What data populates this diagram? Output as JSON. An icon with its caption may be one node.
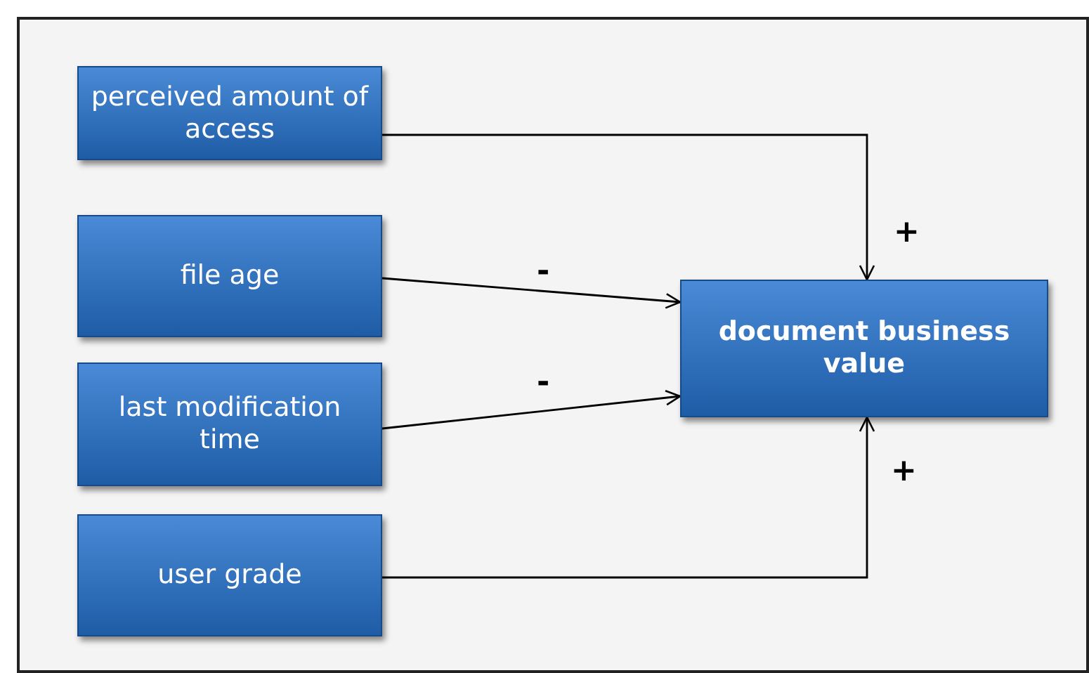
{
  "diagram": {
    "nodes": [
      {
        "text": [
          "perceived amount of access"
        ]
      },
      {
        "text": [
          "file age"
        ]
      },
      {
        "text": [
          "last modification time"
        ]
      },
      {
        "text": [
          "user grade"
        ]
      },
      {
        "text": [
          "document business value"
        ]
      }
    ],
    "edges": [
      {
        "from": 0,
        "to": 4,
        "arrow": "to",
        "label": "+"
      },
      {
        "from": 1,
        "to": 4,
        "arrow": "to",
        "label": "-"
      },
      {
        "from": 2,
        "to": 4,
        "arrow": "to",
        "label": "-"
      },
      {
        "from": 3,
        "to": 4,
        "arrow": "to",
        "label": "+"
      }
    ]
  }
}
